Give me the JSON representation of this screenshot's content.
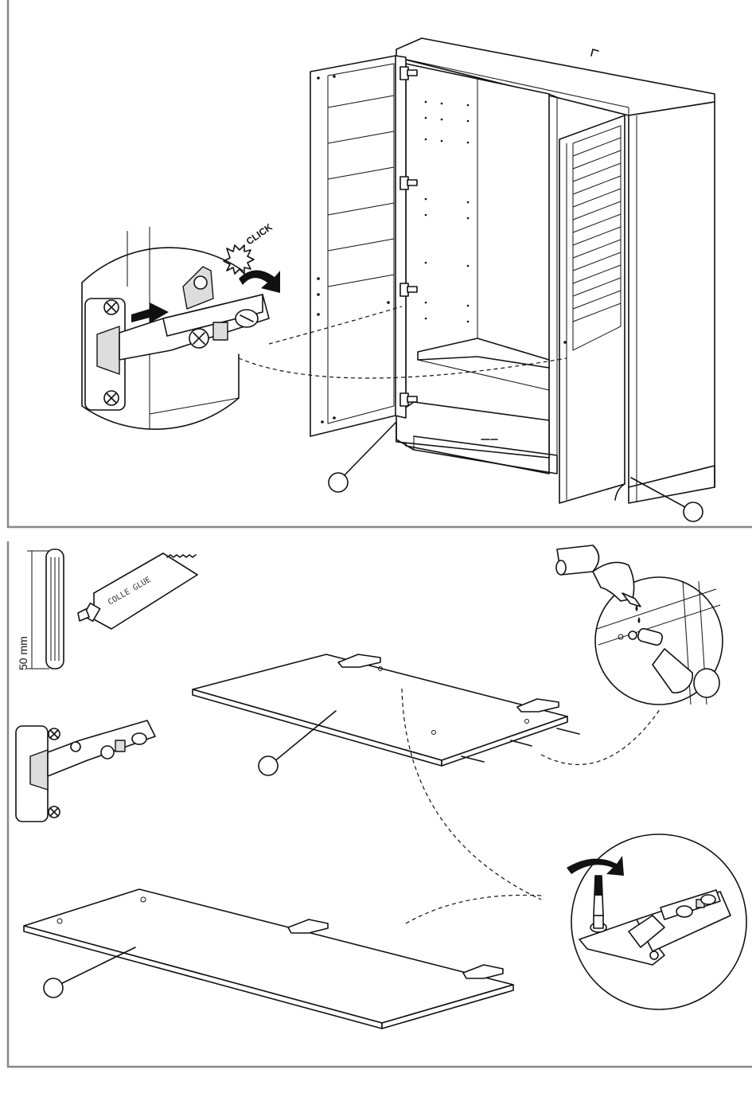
{
  "panel_top": {
    "click_label": "CLICK",
    "callouts": [
      "",
      ""
    ]
  },
  "panel_bottom": {
    "dowel_length_label": "50 mm",
    "glue_label": "COLLE GLUE",
    "callouts": [
      "",
      ""
    ]
  }
}
